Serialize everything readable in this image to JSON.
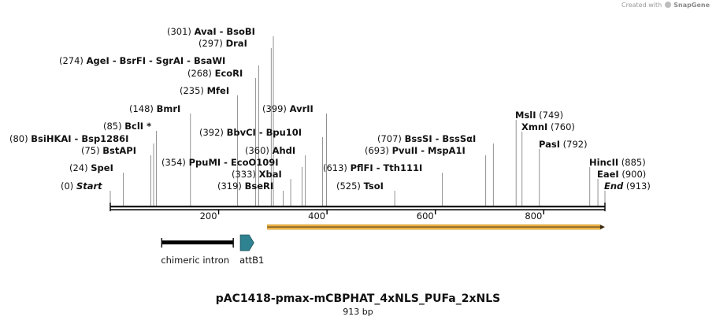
{
  "credit": {
    "prefix": "Created with",
    "brand": "SnapGene"
  },
  "title": "pAC1418-pmax-mCBPHAT_4xNLS_PUFa_2xNLS",
  "length_label": "913 bp",
  "sequence_length": 913,
  "axis": {
    "ticks": [
      200,
      400,
      600,
      800
    ]
  },
  "ends": {
    "start_label": "Start",
    "start_pos": "(0)",
    "end_label": "End",
    "end_pos": "(913)"
  },
  "sites": [
    {
      "pos": "(24)",
      "bp": 24,
      "names": [
        "SpeI"
      ]
    },
    {
      "pos": "(75)",
      "bp": 75,
      "names": [
        "BstAPI"
      ]
    },
    {
      "pos": "(80)",
      "bp": 80,
      "names": [
        "BsiHKAI",
        "Bsp1286I"
      ]
    },
    {
      "pos": "(85)",
      "bp": 85,
      "names": [
        "BclI *"
      ]
    },
    {
      "pos": "(148)",
      "bp": 148,
      "names": [
        "BmrI"
      ]
    },
    {
      "pos": "(235)",
      "bp": 235,
      "names": [
        "MfeI"
      ]
    },
    {
      "pos": "(268)",
      "bp": 268,
      "names": [
        "EcoRI"
      ]
    },
    {
      "pos": "(274)",
      "bp": 274,
      "names": [
        "AgeI",
        "BsrFI",
        "SgrAI",
        "BsaWI"
      ]
    },
    {
      "pos": "(297)",
      "bp": 297,
      "names": [
        "DraI"
      ]
    },
    {
      "pos": "(301)",
      "bp": 301,
      "names": [
        "AvaI",
        "BsoBI"
      ]
    },
    {
      "pos": "(319)",
      "bp": 319,
      "names": [
        "BseRI"
      ]
    },
    {
      "pos": "(333)",
      "bp": 333,
      "names": [
        "XbaI"
      ]
    },
    {
      "pos": "(354)",
      "bp": 354,
      "names": [
        "PpuMI",
        "EcoO109I"
      ]
    },
    {
      "pos": "(360)",
      "bp": 360,
      "names": [
        "AhdI"
      ]
    },
    {
      "pos": "(392)",
      "bp": 392,
      "names": [
        "BbvCI",
        "Bpu10I"
      ]
    },
    {
      "pos": "(399)",
      "bp": 399,
      "names": [
        "AvrII"
      ]
    },
    {
      "pos": "(525)",
      "bp": 525,
      "names": [
        "TsoI"
      ]
    },
    {
      "pos": "(613)",
      "bp": 613,
      "names": [
        "PflFI",
        "Tth111I"
      ]
    },
    {
      "pos": "(693)",
      "bp": 693,
      "names": [
        "PvuII",
        "MspA1I"
      ]
    },
    {
      "pos": "(707)",
      "bp": 707,
      "names": [
        "BssSI",
        "BssSαI"
      ]
    },
    {
      "pos": "(749)",
      "bp": 749,
      "names": [
        "MslI"
      ]
    },
    {
      "pos": "(760)",
      "bp": 760,
      "names": [
        "XmnI"
      ]
    },
    {
      "pos": "(792)",
      "bp": 792,
      "names": [
        "PasI"
      ]
    },
    {
      "pos": "(885)",
      "bp": 885,
      "names": [
        "HincII"
      ]
    },
    {
      "pos": "(900)",
      "bp": 900,
      "names": [
        "EaeI"
      ]
    }
  ],
  "features": [
    {
      "name": "chimeric intron",
      "type": "intron",
      "start": 95,
      "end": 227,
      "color": "#000000"
    },
    {
      "name": "attB1",
      "type": "arrow",
      "start": 240,
      "end": 265,
      "color": "#2f8290"
    },
    {
      "name": "",
      "type": "orf",
      "start": 290,
      "end": 913,
      "color": "#f2b84a"
    }
  ]
}
